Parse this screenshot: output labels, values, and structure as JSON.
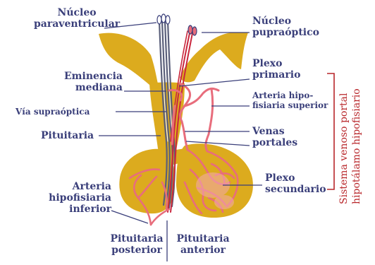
{
  "diagram": {
    "labels": {
      "nucleo_paraventricular_1": "Núcleo",
      "nucleo_paraventricular_2": "paraventricular",
      "nucleo_supraoptico_1": "Núcleo",
      "nucleo_supraoptico_2": "pupraóptico",
      "eminencia_1": "Eminencia",
      "eminencia_2": "mediana",
      "via_supraoptica": "Vía supraóptica",
      "pituitaria": "Pituitaria",
      "plexo_primario_1": "Plexo",
      "plexo_primario_2": "primario",
      "arteria_sup_1": "Arteria hipo-",
      "arteria_sup_2": "fisiaria superior",
      "venas_1": "Venas",
      "venas_2": "portales",
      "plexo_sec_1": "Plexo",
      "plexo_sec_2": "secundario",
      "arteria_inf_1": "Arteria",
      "arteria_inf_2": "hipofisiaria",
      "arteria_inf_3": "inferior",
      "pit_post_1": "Pituitaria",
      "pit_post_2": "posterior",
      "pit_ant_1": "Pituitaria",
      "pit_ant_2": "anterior",
      "sistema_1": "Sistema venoso portal",
      "sistema_2": "hipotálamo hipofisiario"
    },
    "colors": {
      "tissue": "#dcab1e",
      "vessel": "#e86d7c",
      "vessel_light": "#f4a9b1",
      "leader": "#3a3f7a",
      "label": "#3a3f7a",
      "bracket": "#b8262a"
    }
  }
}
